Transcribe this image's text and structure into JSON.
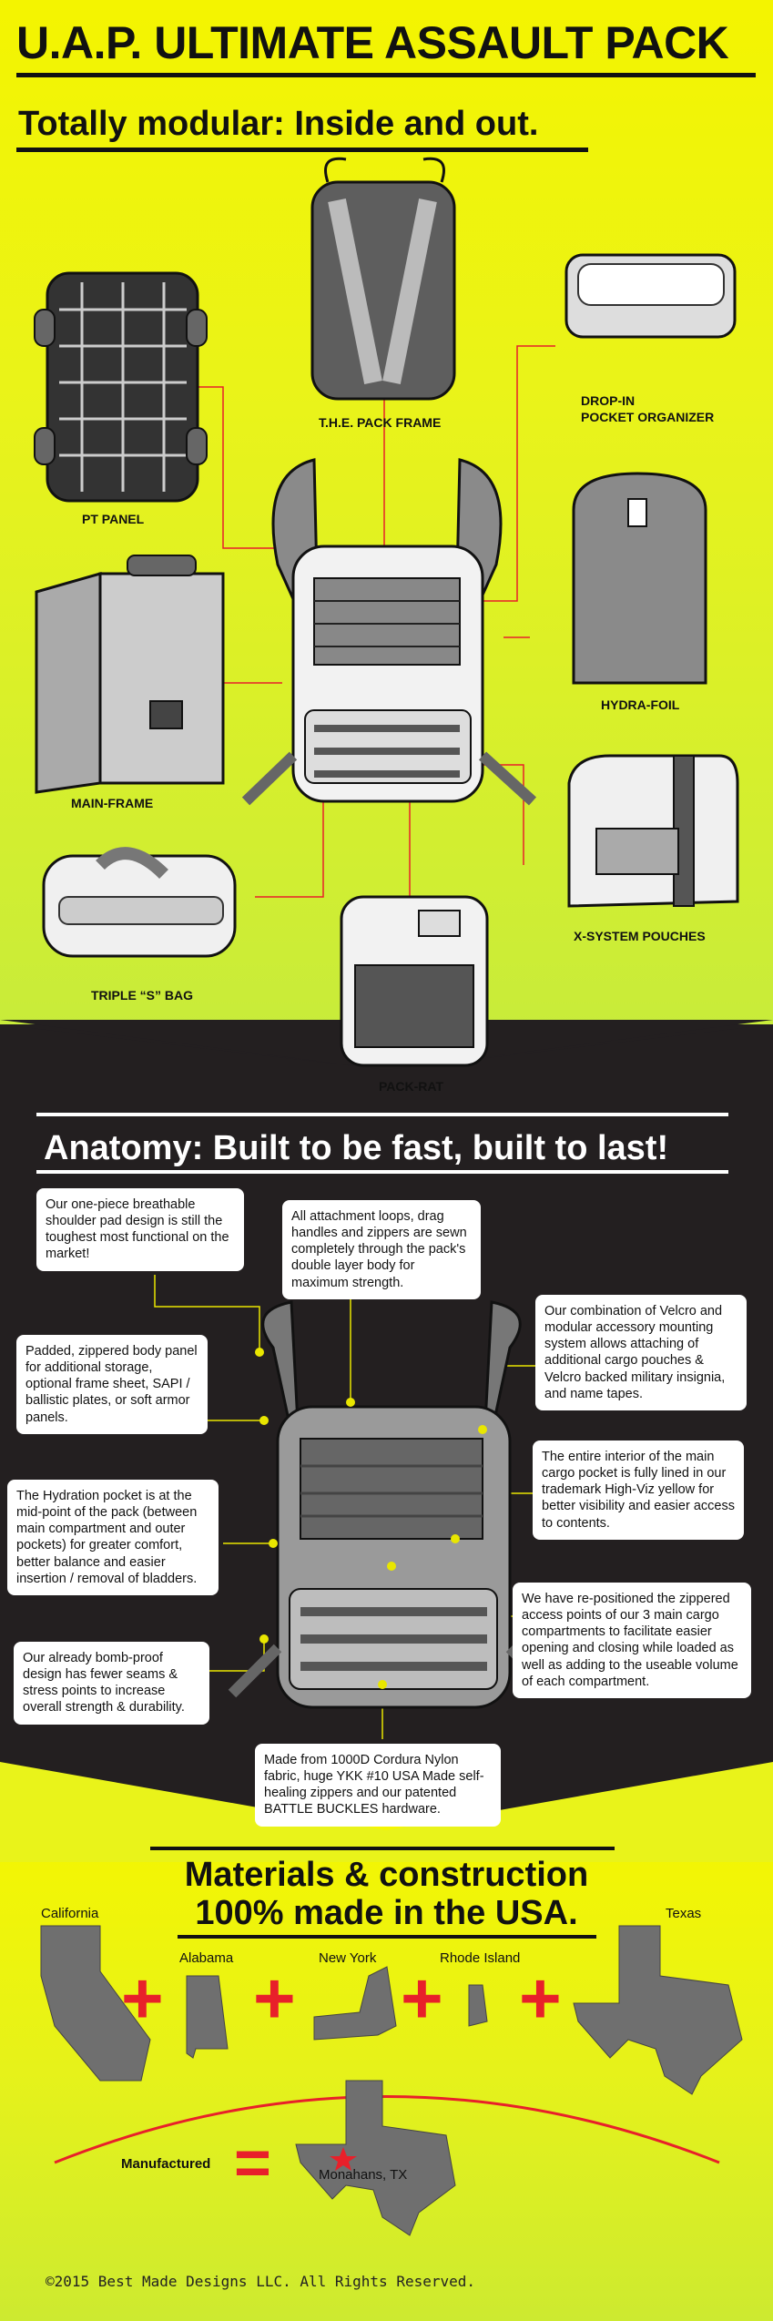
{
  "header": {
    "title": "U.A.P. ULTIMATE ASSAULT PACK",
    "subtitle": "Totally modular: Inside and out."
  },
  "components": [
    {
      "name": "T.H.E. PACK FRAME"
    },
    {
      "name": "DROP-IN\nPOCKET ORGANIZER"
    },
    {
      "name": "PT PANEL"
    },
    {
      "name": "HYDRA-FOIL"
    },
    {
      "name": "MAIN-FRAME"
    },
    {
      "name": "X-SYSTEM POUCHES"
    },
    {
      "name": "TRIPLE “S” BAG"
    },
    {
      "name": "PACK-RAT"
    }
  ],
  "anatomy": {
    "title": "Anatomy: Built to be fast, built to last!",
    "callouts": [
      "Our one-piece breathable shoulder pad design is still the toughest most functional on the market!",
      "All attachment loops, drag handles and zippers are sewn completely through the pack's double layer body for maximum strength.",
      "Our combination of Velcro and modular accessory mounting system allows attaching of additional cargo pouches & Velcro backed military insignia, and name tapes.",
      "Padded, zippered body panel for additional storage, optional frame sheet, SAPI / ballistic plates, or soft armor panels.",
      "The entire interior of the main cargo pocket is fully lined in our trademark High-Viz yellow for better visibility and easier access to contents.",
      "The Hydration pocket is at the mid-point of the pack (between main compartment and outer pockets) for greater comfort, better balance and easier insertion / removal of bladders.",
      "We have re-positioned the zippered access points of our 3 main cargo compartments to facilitate easier opening and closing while loaded as well as adding to the useable volume of each compartment.",
      "Our already bomb-proof design has fewer seams & stress points to increase overall strength & durability.",
      "Made from 1000D Cordura Nylon fabric, huge YKK #10 USA Made self-healing zippers and our patented BATTLE BUCKLES hardware."
    ]
  },
  "materials": {
    "title_line1": "Materials & construction",
    "title_line2": "100% made in the USA.",
    "states": [
      "California",
      "Alabama",
      "New York",
      "Rhode Island",
      "Texas"
    ],
    "plus": "+",
    "manufactured_label": "Manufactured",
    "equals": "=",
    "location": "Monahans, TX"
  },
  "footer": {
    "copyright": "©2015 Best Made Designs LLC. All Rights Reserved."
  },
  "colors": {
    "accent_yellow": "#e8f000",
    "leader_red": "#e8202a",
    "dark_band": "#231f20",
    "pack_gray": "#8a8a8a"
  }
}
